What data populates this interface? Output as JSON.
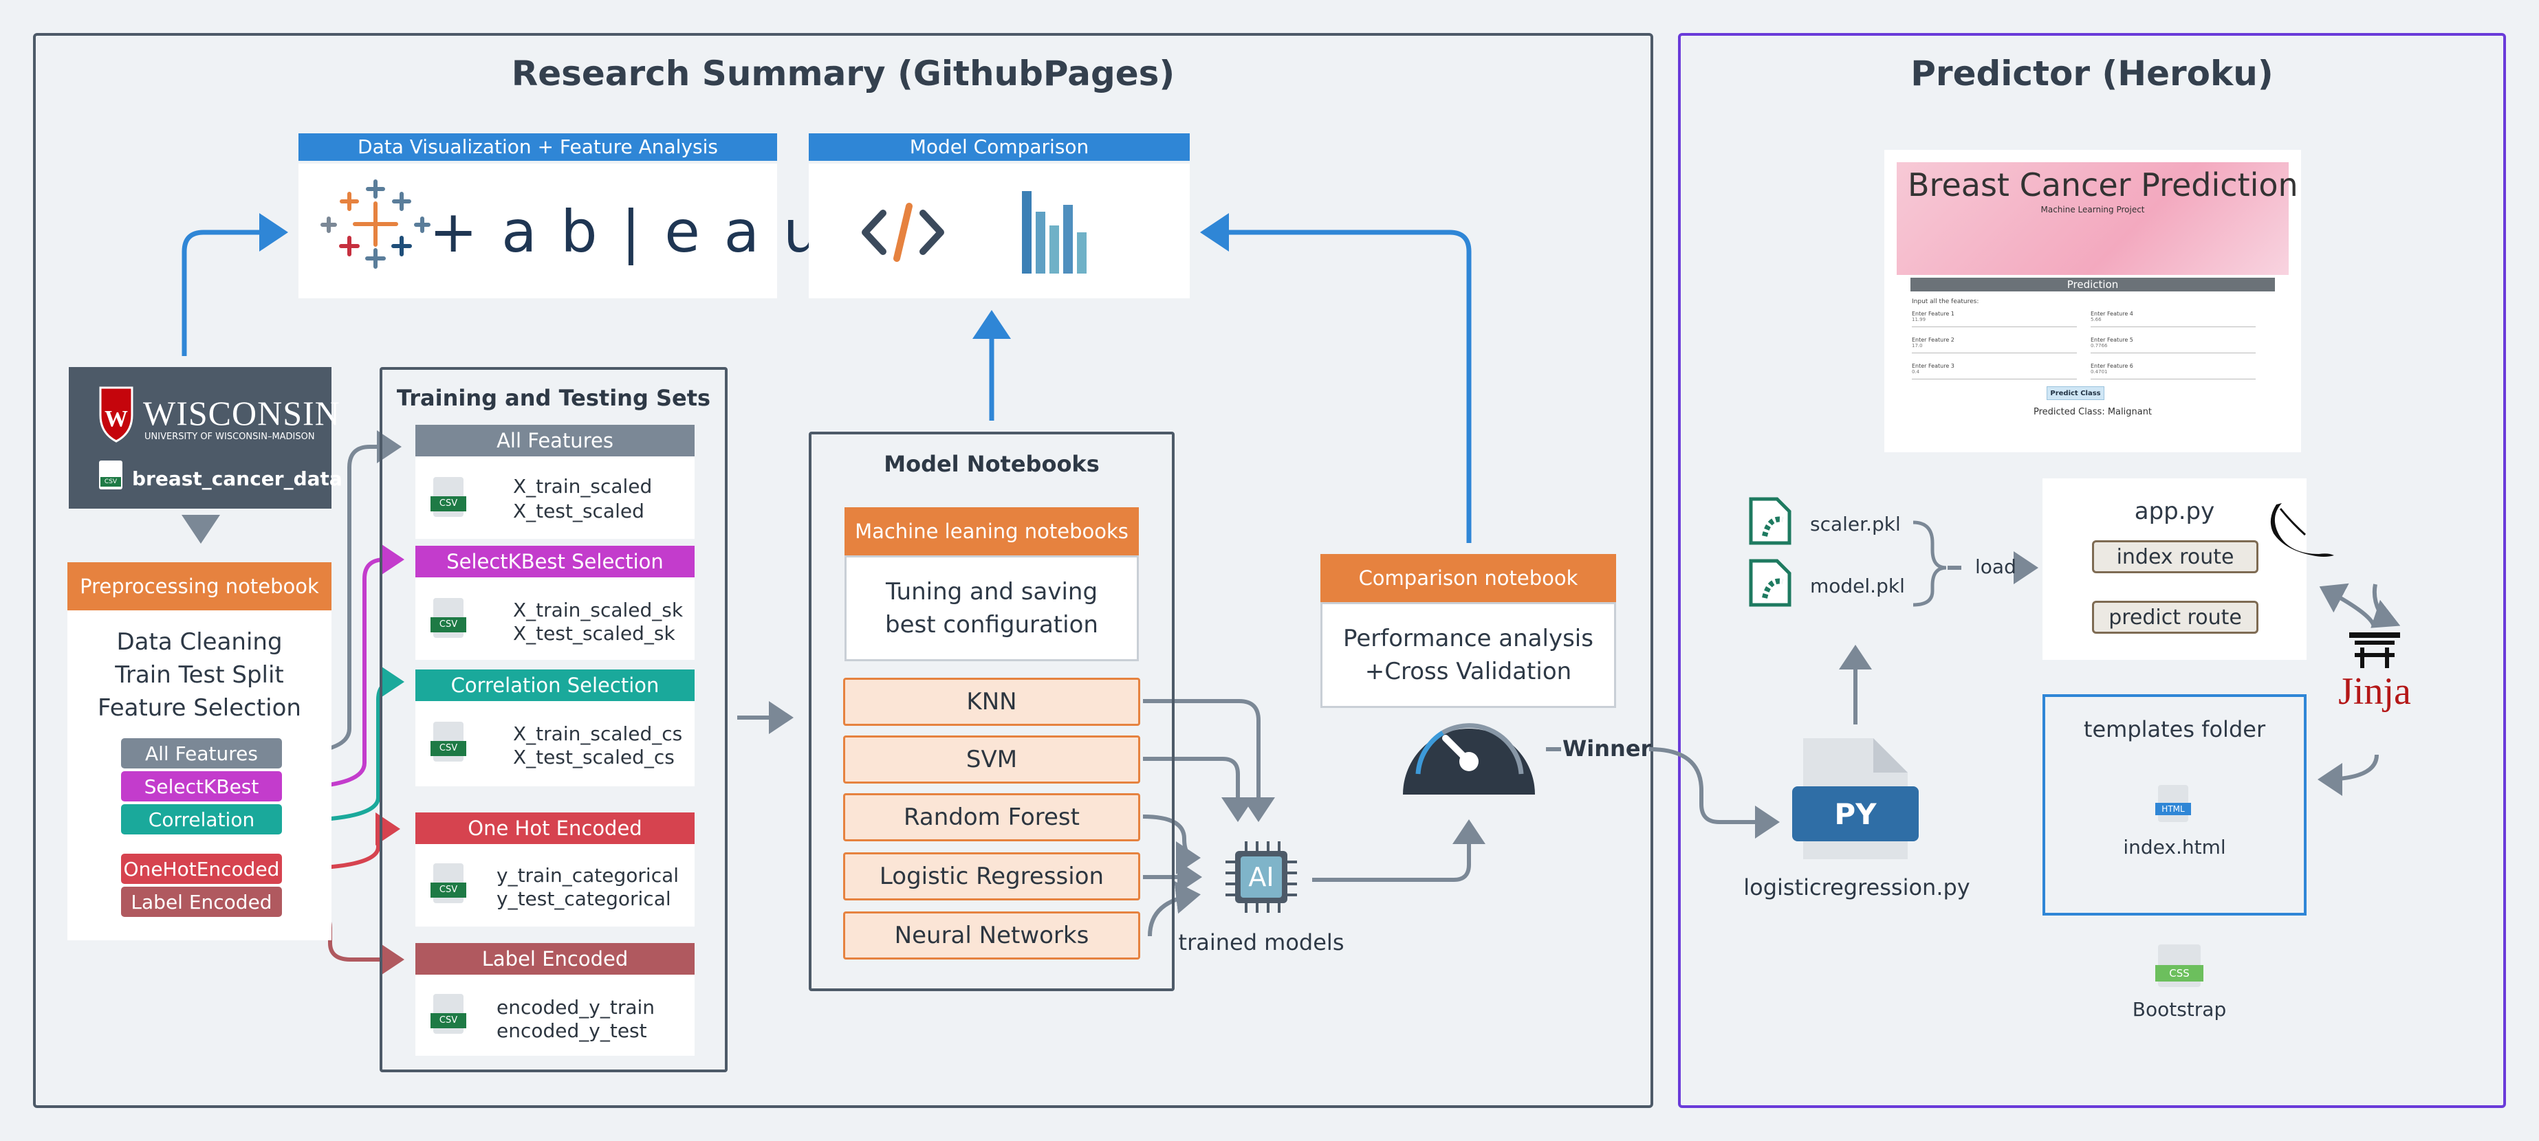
{
  "left_panel": {
    "title": "Research Summary (GithubPages)"
  },
  "right_panel": {
    "title": "Predictor (Heroku)"
  },
  "viz": {
    "header": "Data Visualization + Feature Analysis",
    "logo_text": "+ a b | e a u"
  },
  "comparison_header": "Model Comparison",
  "wisconsin": {
    "logo_text": "WISCONSIN",
    "subtitle": "UNIVERSITY OF WISCONSIN–MADISON",
    "file_label": "breast_cancer_data"
  },
  "preprocessing": {
    "header": "Preprocessing notebook",
    "steps": [
      "Data Cleaning",
      "Train Test Split",
      "Feature Selection"
    ],
    "chips": [
      "All Features",
      "SelectKBest",
      "Correlation",
      "OneHotEncoded",
      "Label Encoded"
    ]
  },
  "training_sets": {
    "title": "Training and Testing Sets",
    "groups": [
      {
        "header": "All Features",
        "files": [
          "X_train_scaled",
          "X_test_scaled"
        ]
      },
      {
        "header": "SelectKBest Selection",
        "files": [
          "X_train_scaled_sk",
          "X_test_scaled_sk"
        ]
      },
      {
        "header": "Correlation Selection",
        "files": [
          "X_train_scaled_cs",
          "X_test_scaled_cs"
        ]
      },
      {
        "header": "One Hot Encoded",
        "files": [
          "y_train_categorical",
          "y_test_categorical"
        ]
      },
      {
        "header": "Label Encoded",
        "files": [
          "encoded_y_train",
          "encoded_y_test"
        ]
      }
    ]
  },
  "model_notebooks": {
    "title": "Model Notebooks",
    "ml_header": "Machine leaning notebooks",
    "ml_desc": "Tuning and saving best configuration",
    "models": [
      "KNN",
      "SVM",
      "Random Forest",
      "Logistic Regression",
      "Neural Networks"
    ]
  },
  "trained_models": {
    "chip_label": "AI",
    "label": "trained models"
  },
  "comparison_notebook": {
    "header": "Comparison notebook",
    "desc": "Performance analysis +Cross Validation"
  },
  "winner_label": "Winner",
  "csv_label": "CSV",
  "webapp": {
    "title": "Breast Cancer Prediction",
    "subtitle": "Machine Learning Project",
    "section": "Prediction",
    "input_label": "Input all the features:",
    "fields": [
      "Enter Feature 1",
      "Enter Feature 4",
      "Enter Feature 2",
      "Enter Feature 5",
      "Enter Feature 3",
      "Enter Feature 6"
    ],
    "values": [
      "11.99",
      "5.66",
      "17.0",
      "0.7766",
      "0.4",
      "0.4701"
    ],
    "button": "Predict Class",
    "result": "Predicted Class: Malignant"
  },
  "pkl_files": [
    "scaler.pkl",
    "model.pkl"
  ],
  "load_label": "load",
  "app": {
    "title": "app.py",
    "routes": [
      "index route",
      "predict route"
    ]
  },
  "templates": {
    "title": "templates folder",
    "file": "index.html",
    "file_badge": "HTML"
  },
  "py_file": {
    "badge": "PY",
    "name": "logisticregression.py"
  },
  "bootstrap": {
    "badge": "CSS",
    "name": "Bootstrap"
  },
  "jinja_label": "Jinja",
  "colors": {
    "blue": "#2f86d6",
    "orange": "#e6823f",
    "gray": "#7b8896",
    "magenta": "#c33ccc",
    "teal": "#1aa99b",
    "red": "#d6434f",
    "brown": "#b0595f",
    "purple": "#6a3bd9"
  }
}
